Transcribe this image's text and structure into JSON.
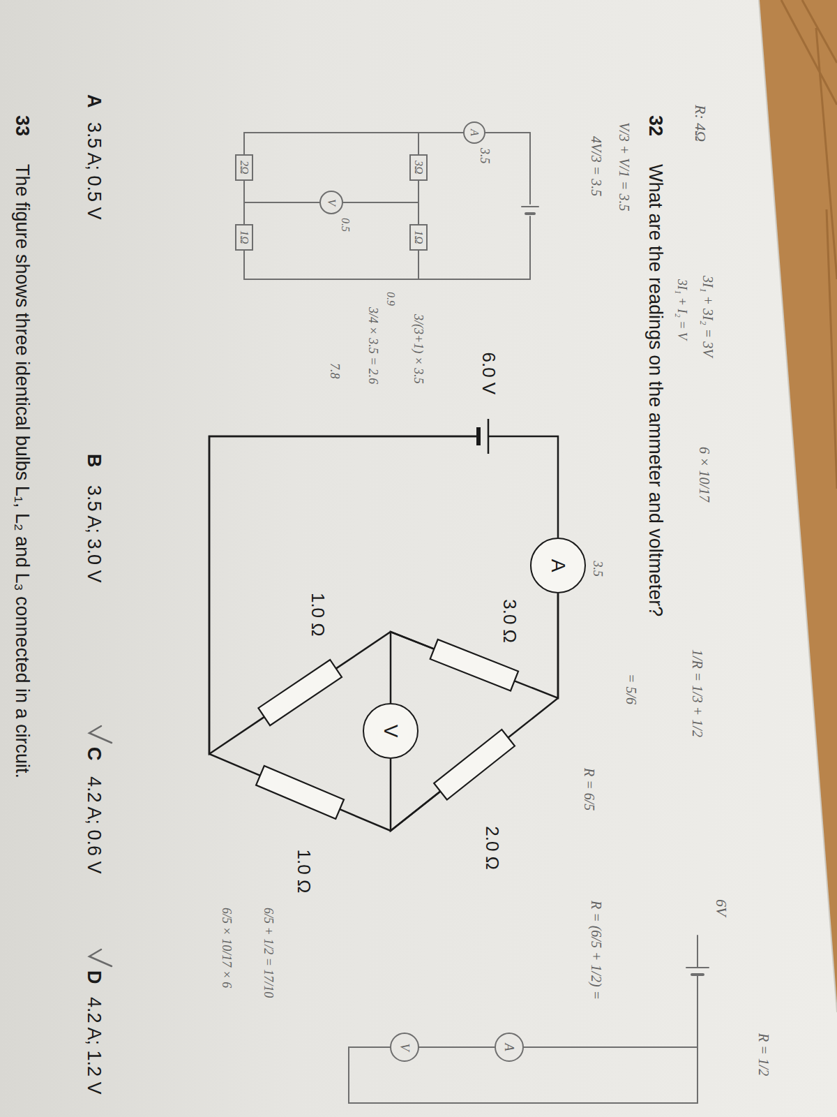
{
  "diagram": {
    "nodes": [
      {
        "text": [
          "6.0 V"
        ]
      },
      {
        "text": [
          "A"
        ]
      },
      {
        "text": [
          "3.0 Ω"
        ]
      },
      {
        "text": [
          "2.0 Ω"
        ]
      },
      {
        "text": [
          "1.0 Ω"
        ]
      },
      {
        "text": [
          "V"
        ]
      },
      {
        "text": [
          "1.0 Ω"
        ]
      }
    ],
    "edges": [
      {
        "from": 0,
        "to": 1,
        "arrow": "none"
      },
      {
        "from": 1,
        "to": 2,
        "arrow": "none"
      },
      {
        "from": 1,
        "to": 3,
        "arrow": "none"
      },
      {
        "from": 2,
        "to": 4,
        "arrow": "none"
      },
      {
        "from": 2,
        "to": 5,
        "arrow": "none"
      },
      {
        "from": 3,
        "to": 6,
        "arrow": "none"
      },
      {
        "from": 3,
        "to": 5,
        "arrow": "none"
      },
      {
        "from": 4,
        "to": 0,
        "arrow": "none"
      },
      {
        "from": 6,
        "to": 0,
        "arrow": "none"
      }
    ],
    "labels": [
      "32",
      "What are the readings on the ammeter and voltmeter?",
      "A",
      "3.5 A; 0.5 V",
      "B",
      "3.5 A; 3.0 V",
      "C",
      "4.2 A; 0.6 V",
      "D",
      "4.2 A; 1.2 V",
      "33",
      "The figure shows three identical bulbs L₁, L₂ and L₃ connected in a circuit.",
      "R: 4Ω",
      "3I₁ + 3I₂ = 3V",
      "3I₁ + I₂ = V",
      "6 × 10/17",
      "1/R = 1/3 + 1/2",
      "= 5/6",
      "R = 6/5",
      "R = (6/5 + 1/2) =",
      "R = 1/2",
      "V/3 + V/1 = 3.5",
      "4V/3 = 3.5",
      "3.5",
      "3/(3+1) × 3.5",
      "3/4 × 3.5 = 2.6",
      "7.8",
      "6/5 + 1/2 = 17/10",
      "6/5 × 10/17 × 6",
      "A",
      "3.5",
      "3Ω",
      "1Ω",
      "V",
      "0.5",
      "0.9",
      "2Ω",
      "1Ω",
      "6V",
      "A",
      "V"
    ]
  }
}
